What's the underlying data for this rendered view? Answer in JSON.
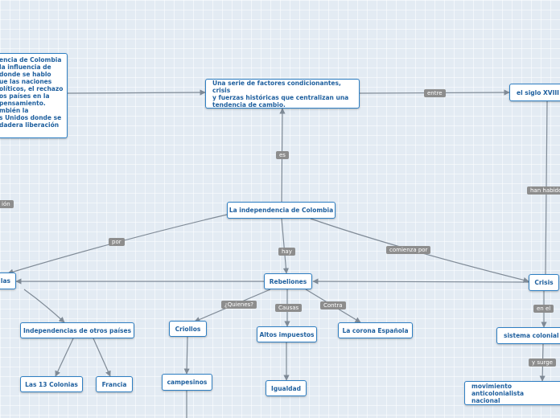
{
  "nodes": {
    "intro_text": "encia de Colombia\n la influencia de\ndonde se hablo\nue las naciones\nolíticos, el rechazo\nos países en la\n pensamiento.\nmbién la\ns Unidos donde se\ndadera liberación",
    "factores": "Una serie de factores condicionantes, crisis\ny fuerzas históricas que centralizan una\ntendencia de cambio.",
    "siglo": "el siglo XVIII",
    "independencia": "La independencia de Colombia",
    "rebeliones": "Rebeliones",
    "crisis": "Crisis",
    "las": "las",
    "otros_paises": "Independencias de otros países",
    "trece_colonias": "Las 13 Colonias",
    "francia": "Francia",
    "criollos": "Criollos",
    "campesinos": "campesinos",
    "impuestos": "Altos impuestos",
    "igualdad": "Igualdad",
    "corona": "La corona Española",
    "sistema": "sistema colonial e",
    "movimiento": "movimiento anticolonialista\nnacional"
  },
  "labels": {
    "entre": "entre",
    "es": "es",
    "han_habido": "han habido",
    "por": "por",
    "hay": "hay",
    "comienza_por": "comienza por",
    "quienes": "¿Quienes?",
    "causas": "Causas",
    "contra": "Contra",
    "en_el": "en el",
    "y_surge": "y surge",
    "edge_fragment": "ión"
  },
  "colors": {
    "node_border": "#2f7fc3",
    "node_text": "#1e5f9e",
    "edge": "#7f8a96",
    "label_bg": "#8d8d8d"
  }
}
